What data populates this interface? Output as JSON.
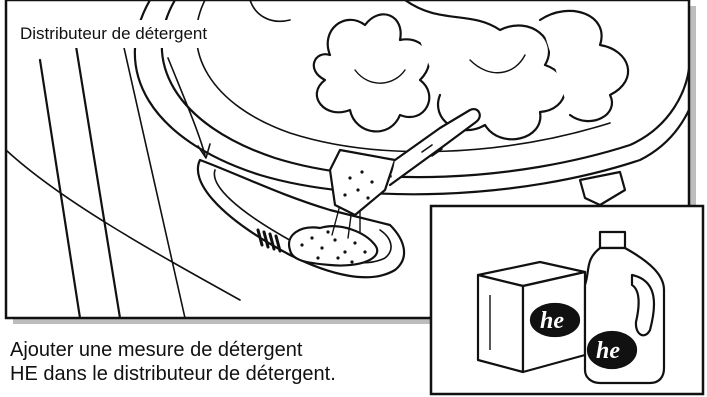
{
  "figure": {
    "callout_label": "Distributeur de détergent",
    "caption_line_1": "Ajouter une mesure de détergent",
    "caption_line_2": "HE dans le distributeur de détergent.",
    "inset_logo_text": "he"
  },
  "icons": {
    "detergent_box": "detergent-box-icon",
    "detergent_bottle": "detergent-bottle-icon",
    "scoop": "measuring-scoop-icon"
  },
  "colors": {
    "ink": "#111111",
    "background": "#ffffff"
  }
}
